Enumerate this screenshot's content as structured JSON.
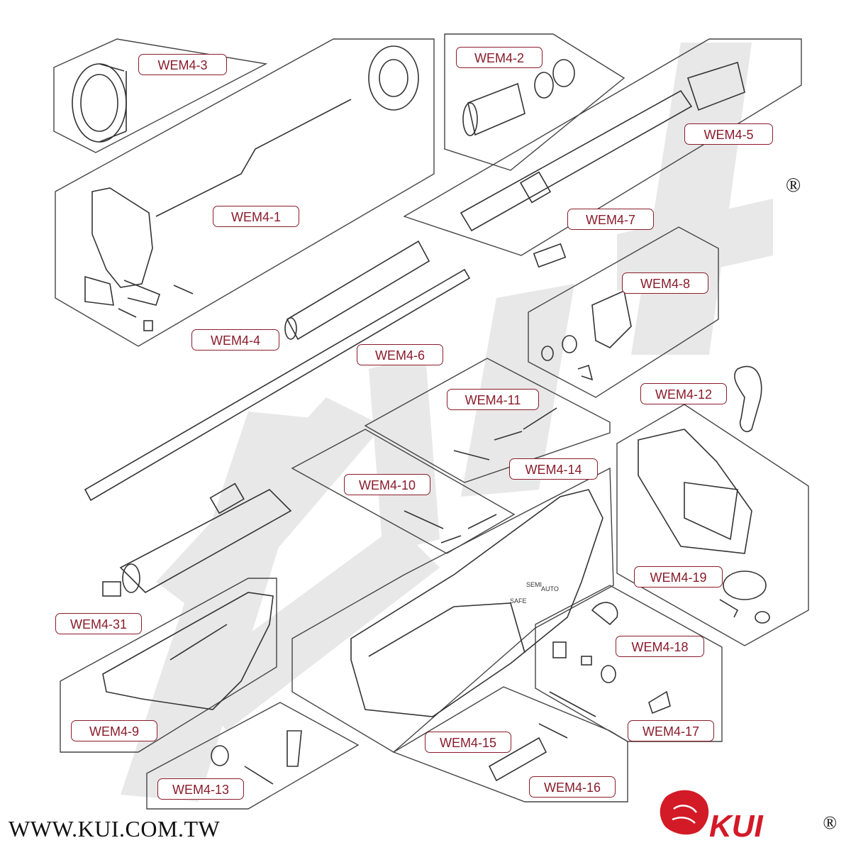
{
  "labels": {
    "wem4_1": "WEM4-1",
    "wem4_2": "WEM4-2",
    "wem4_3": "WEM4-3",
    "wem4_4": "WEM4-4",
    "wem4_5": "WEM4-5",
    "wem4_6": "WEM4-6",
    "wem4_7": "WEM4-7",
    "wem4_8": "WEM4-8",
    "wem4_9": "WEM4-9",
    "wem4_10": "WEM4-10",
    "wem4_11": "WEM4-11",
    "wem4_12": "WEM4-12",
    "wem4_13": "WEM4-13",
    "wem4_14": "WEM4-14",
    "wem4_15": "WEM4-15",
    "wem4_16": "WEM4-16",
    "wem4_17": "WEM4-17",
    "wem4_18": "WEM4-18",
    "wem4_19": "WEM4-19",
    "wem4_31": "WEM4-31"
  },
  "receiver_markings": {
    "semi": "SEMI",
    "auto": "AUTO",
    "safe": "SAFE"
  },
  "footer": {
    "website": "WWW.KUI.COM.TW",
    "brand": "KUI",
    "registered": "®"
  },
  "colors": {
    "label_border": "#8a1c2b",
    "label_text": "#8a1c2b",
    "watermark": "#e6e6e6",
    "line": "#333333",
    "brand": "#d31a27"
  }
}
